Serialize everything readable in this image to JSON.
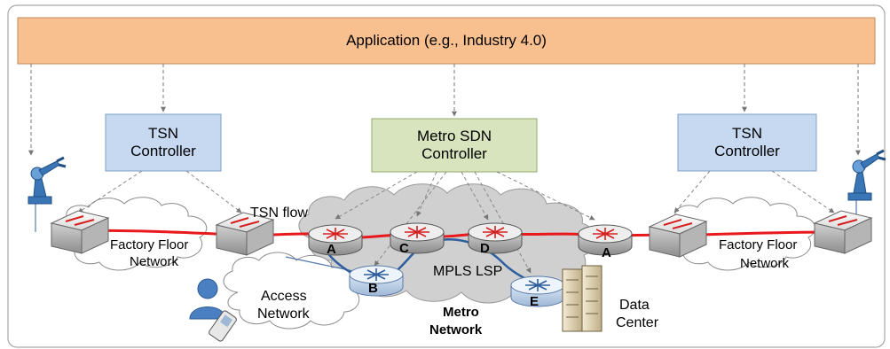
{
  "app_bar": {
    "label": "Application (e.g., Industry 4.0)"
  },
  "controllers": {
    "tsn_left": {
      "line1": "TSN",
      "line2": "Controller"
    },
    "metro_sdn": {
      "line1": "Metro SDN",
      "line2": "Controller"
    },
    "tsn_right": {
      "line1": "TSN",
      "line2": "Controller"
    }
  },
  "labels": {
    "tsn_flow": "TSN flow",
    "factory_left_1": "Factory Floor",
    "factory_left_2": "Network",
    "factory_right_1": "Factory Floor",
    "factory_right_2": "Network",
    "access_1": "Access",
    "access_2": "Network",
    "mpls_lsp": "MPLS LSP",
    "metro_1": "Metro",
    "metro_2": "Network",
    "datacenter_1": "Data",
    "datacenter_2": "Center"
  },
  "routers": {
    "a_left": "A",
    "c": "C",
    "d": "D",
    "a_right": "A",
    "b": "B",
    "e": "E"
  },
  "icons": [
    "robot-arm-icon",
    "switch-icon",
    "router-icon",
    "user-icon",
    "phone-icon",
    "server-icon"
  ],
  "colors": {
    "app_bar": "#f9c08f",
    "tsn_controller": "#c6d9f1",
    "sdn_controller": "#d7e4bd",
    "tsn_flow": "#e8181c",
    "mpls_lsp": "#2e5e9e",
    "cloud": "#d0d0d0"
  }
}
